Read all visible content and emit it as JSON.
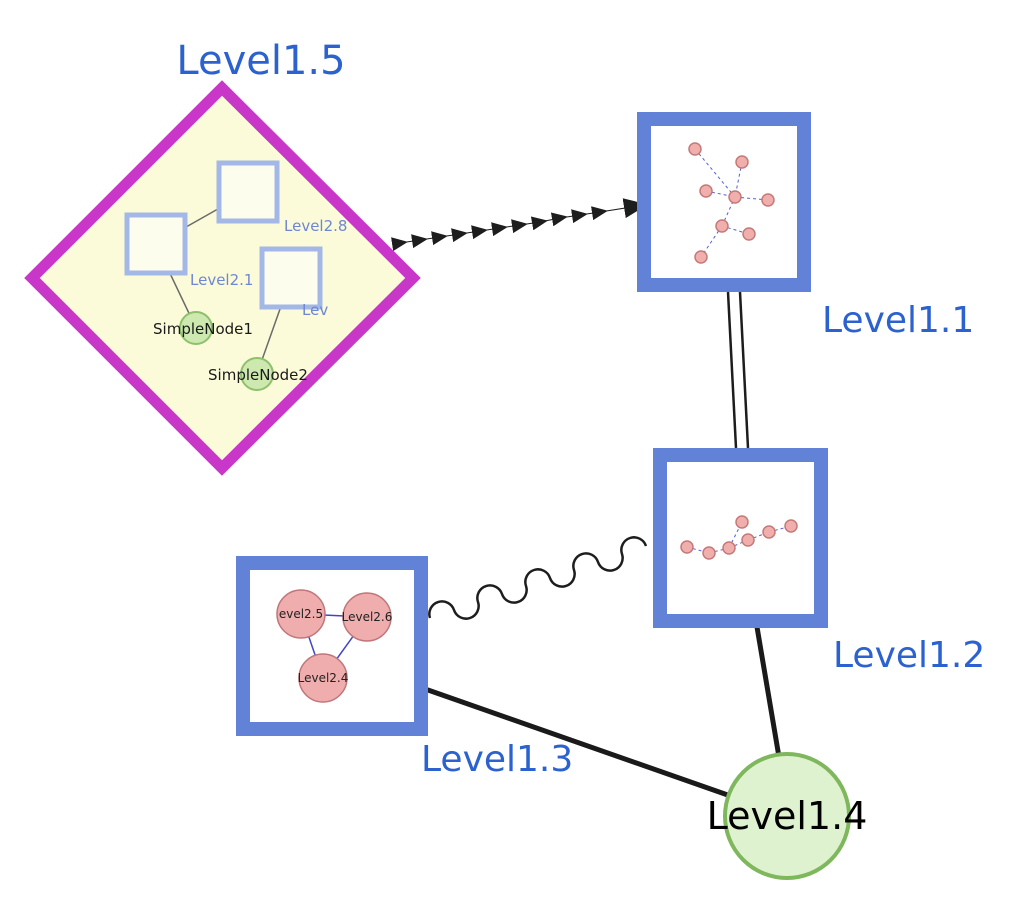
{
  "labels": {
    "level15": "Level1.5",
    "level11": "Level1.1",
    "level12": "Level1.2",
    "level13": "Level1.3",
    "level14": "Level1.4"
  },
  "diamond_contents": {
    "level28": "Level2.8",
    "level21": "Level2.1",
    "lev": "Lev",
    "simplenode1": "SimpleNode1",
    "simplenode2": "SimpleNode2"
  },
  "level13_contents": {
    "level25": "evel2.5",
    "level26": "Level2.6",
    "level24": "Level2.4"
  },
  "edges": [
    {
      "from": "Level1.5",
      "to": "Level1.1",
      "style": "dashed-arrow-chain"
    },
    {
      "from": "Level1.1",
      "to": "Level1.2",
      "style": "double-line"
    },
    {
      "from": "Level1.3",
      "to": "Level1.2",
      "style": "wavy"
    },
    {
      "from": "Level1.3",
      "to": "Level1.4",
      "style": "solid"
    },
    {
      "from": "Level1.2",
      "to": "Level1.4",
      "style": "solid"
    }
  ],
  "colors": {
    "label_blue": "#2c62d0",
    "diamond_border": "#c837c8",
    "diamond_fill": "#fbfbda",
    "node_border_blue": "#6282d8",
    "inner_square_border": "#a3b8e6",
    "green_fill": "#cde9b0",
    "green_border": "#8fc06c",
    "pink_fill": "#efadad",
    "pink_border": "#c0767a",
    "mini_edge_blue": "#5560cc",
    "edge_black": "#1a1a1a"
  }
}
